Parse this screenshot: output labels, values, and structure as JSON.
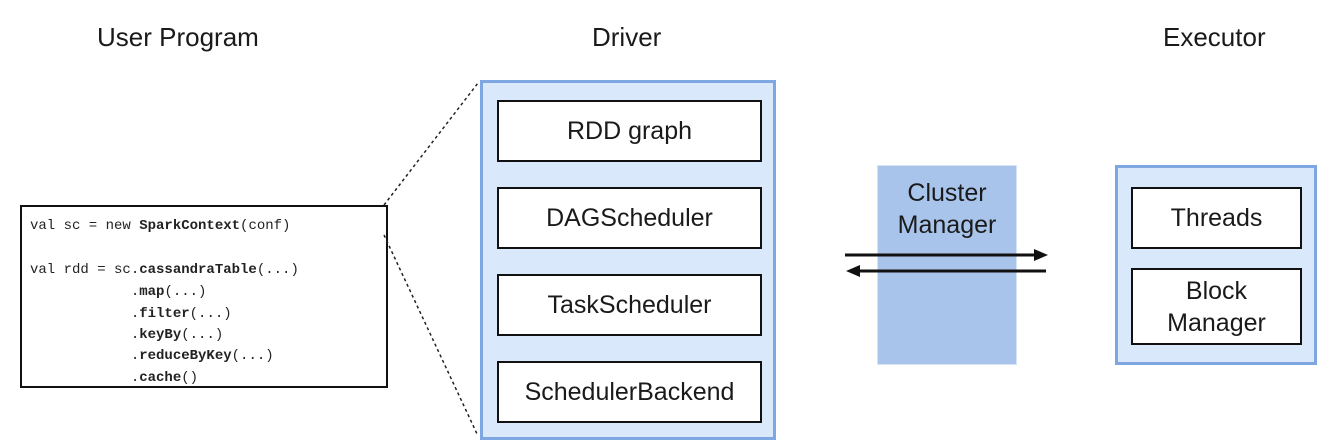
{
  "headings": {
    "user_program": "User Program",
    "driver": "Driver",
    "executor": "Executor"
  },
  "code": {
    "line1_pre": "val sc = new ",
    "line1_bold": "SparkContext",
    "line1_post": "(conf)",
    "line2_pre": "val rdd = sc.",
    "line2_bold": "cassandraTable",
    "line2_post": "(...)",
    "line3_pre": "            .",
    "line3_bold": "map",
    "line3_post": "(...)",
    "line4_pre": "            .",
    "line4_bold": "filter",
    "line4_post": "(...)",
    "line5_pre": "            .",
    "line5_bold": "keyBy",
    "line5_post": "(...)",
    "line6_pre": "            .",
    "line6_bold": "reduceByKey",
    "line6_post": "(...)",
    "line7_pre": "            .",
    "line7_bold": "cache",
    "line7_post": "()"
  },
  "driver": {
    "rdd_graph": "RDD graph",
    "dag_scheduler": "DAGScheduler",
    "task_scheduler": "TaskScheduler",
    "scheduler_backend": "SchedulerBackend"
  },
  "cluster_manager": {
    "line1": "Cluster",
    "line2": "Manager"
  },
  "executor": {
    "threads": "Threads",
    "block_manager_line1": "Block",
    "block_manager_line2": "Manager"
  },
  "colors": {
    "container_fill": "#dae8fc",
    "container_border": "#7ea6e0",
    "cluster_fill": "#a9c4eb"
  }
}
